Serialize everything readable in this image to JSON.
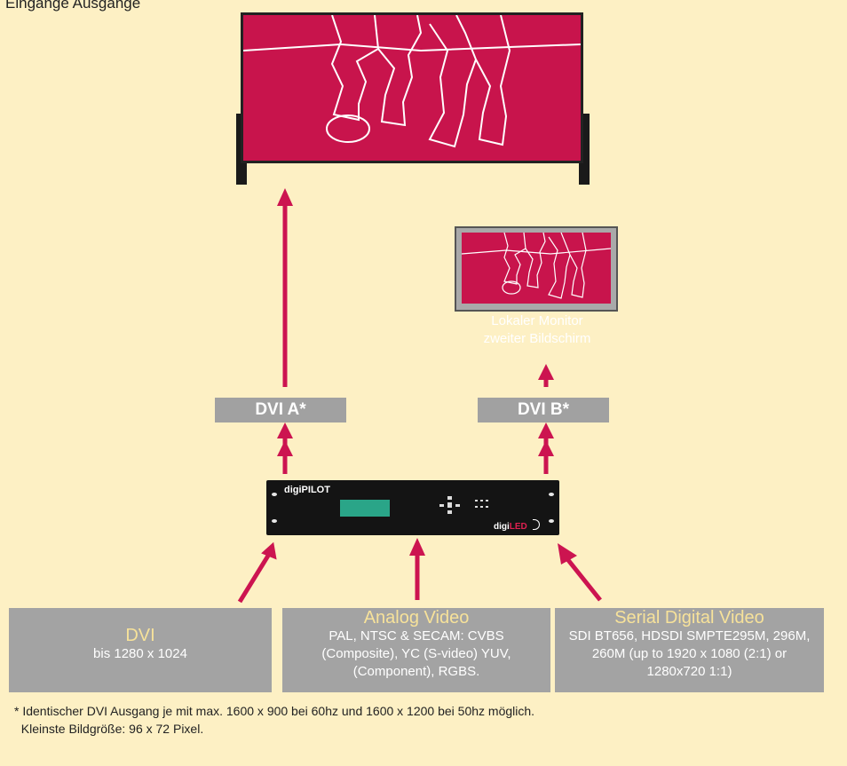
{
  "header": {
    "text": "Eingänge Ausgänge"
  },
  "monitor": {
    "line1": "Lokaler Monitor",
    "line2": "zweiter Bildschirm"
  },
  "outputs": [
    {
      "label": "DVI A*"
    },
    {
      "label": "DVI B*"
    }
  ],
  "device": {
    "name": "digiPILOT",
    "brand_prefix": "digi",
    "brand_suffix": "LED"
  },
  "inputs": [
    {
      "title": "DVI",
      "description": "bis 1280 x 1024"
    },
    {
      "title": "Analog Video",
      "description": "PAL, NTSC & SECAM: CVBS (Composite), YC (S-video) YUV, (Component), RGBS."
    },
    {
      "title": "Serial Digital Video",
      "description": "SDI BT656, HDSDI SMPTE295M, 296M, 260M (up to 1920 x 1080 (2:1) or 1280x720 1:1)"
    }
  ],
  "footnote": {
    "line1": "* Identischer DVI Ausgang je mit max. 1600 x 900 bei 60hz und 1600 x 1200 bei 50hz möglich.",
    "line2": "Kleinste Bildgröße: 96 x 72 Pixel."
  },
  "colors": {
    "background": "#fdf0c4",
    "screen": "#c8144c",
    "arrow": "#cc1450",
    "box": "#a1a1a1",
    "title_text": "#f7e29a"
  }
}
